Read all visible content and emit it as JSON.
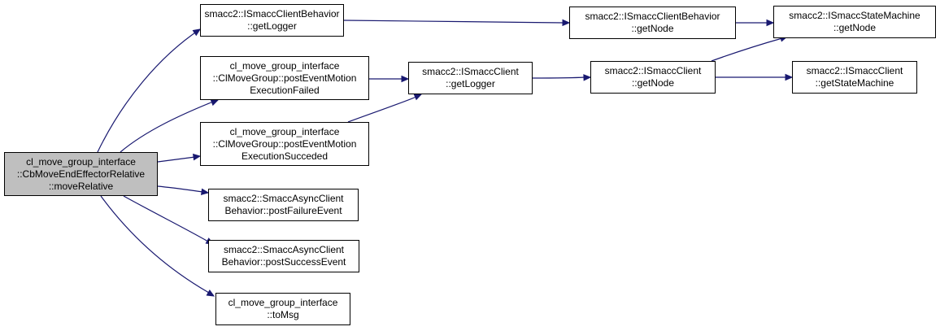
{
  "graph": {
    "edge_color": "#191970",
    "root_fill": "#bfbfbf",
    "nodes": [
      {
        "id": "root",
        "lines": [
          "cl_move_group_interface",
          "::CbMoveEndEffectorRelative",
          "::moveRelative"
        ],
        "highlighted": true
      },
      {
        "id": "icb_getlogger",
        "lines": [
          "smacc2::ISmaccClientBehavior",
          "::getLogger"
        ]
      },
      {
        "id": "cmg_failed",
        "lines": [
          "cl_move_group_interface",
          "::ClMoveGroup::postEventMotion",
          "ExecutionFailed"
        ]
      },
      {
        "id": "cmg_succeded",
        "lines": [
          "cl_move_group_interface",
          "::ClMoveGroup::postEventMotion",
          "ExecutionSucceded"
        ]
      },
      {
        "id": "sacb_failure",
        "lines": [
          "smacc2::SmaccAsyncClient",
          "Behavior::postFailureEvent"
        ]
      },
      {
        "id": "sacb_success",
        "lines": [
          "smacc2::SmaccAsyncClient",
          "Behavior::postSuccessEvent"
        ]
      },
      {
        "id": "tomsg",
        "lines": [
          "cl_move_group_interface",
          "::toMsg"
        ]
      },
      {
        "id": "ic_getlogger",
        "lines": [
          "smacc2::ISmaccClient",
          "::getLogger"
        ]
      },
      {
        "id": "icb_getnode",
        "lines": [
          "smacc2::ISmaccClientBehavior",
          "::getNode"
        ]
      },
      {
        "id": "ic_getnode",
        "lines": [
          "smacc2::ISmaccClient",
          "::getNode"
        ]
      },
      {
        "id": "ism_getnode",
        "lines": [
          "smacc2::ISmaccStateMachine",
          "::getNode"
        ]
      },
      {
        "id": "ic_getsm",
        "lines": [
          "smacc2::ISmaccClient",
          "::getStateMachine"
        ]
      }
    ],
    "edges": [
      {
        "from": "root",
        "to": "icb_getlogger"
      },
      {
        "from": "root",
        "to": "cmg_failed"
      },
      {
        "from": "root",
        "to": "cmg_succeded"
      },
      {
        "from": "root",
        "to": "sacb_failure"
      },
      {
        "from": "root",
        "to": "sacb_success"
      },
      {
        "from": "root",
        "to": "tomsg"
      },
      {
        "from": "icb_getlogger",
        "to": "icb_getnode"
      },
      {
        "from": "cmg_failed",
        "to": "ic_getlogger"
      },
      {
        "from": "cmg_succeded",
        "to": "ic_getlogger"
      },
      {
        "from": "ic_getlogger",
        "to": "ic_getnode"
      },
      {
        "from": "icb_getnode",
        "to": "ism_getnode"
      },
      {
        "from": "ic_getnode",
        "to": "ism_getnode"
      },
      {
        "from": "ic_getnode",
        "to": "ic_getsm"
      }
    ]
  }
}
